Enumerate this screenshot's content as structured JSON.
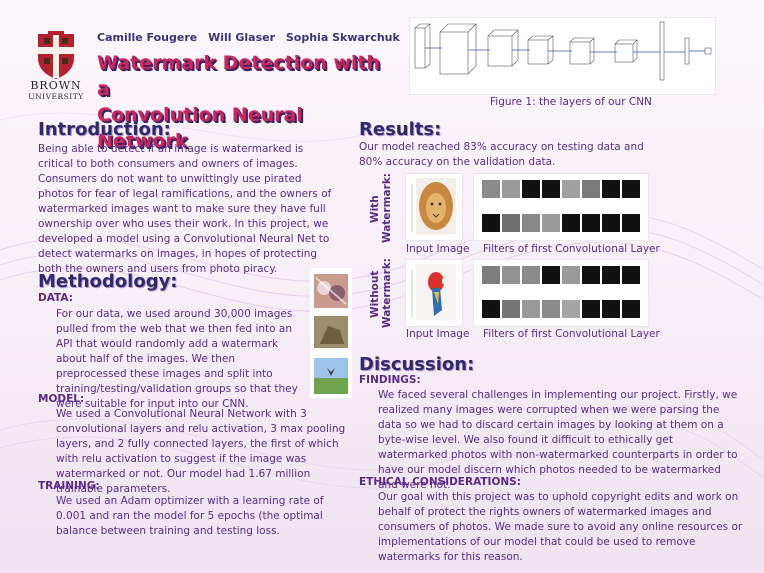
{
  "authors": [
    "Camille Fougere",
    "Will Glaser",
    "Sophia Skwarchuk"
  ],
  "title_lines": [
    "Watermark Detection with a",
    "Convolution Neural Network"
  ],
  "logo": {
    "name_line1": "BROWN",
    "name_line2": "UNIVERSITY"
  },
  "figure1": {
    "caption": "Figure 1: the layers of our CNN"
  },
  "introduction": {
    "heading": "Introduction:",
    "text": "Being able to detect if an image is watermarked is critical to both consumers and owners of images. Consumers do not want to unwittingly use pirated photos for fear of legal ramifications, and the owners of watermarked images want to make sure they have full ownership over who uses their work. In this project, we developed a model using a Convolutional Neural Net to detect watermarks on images, in hopes of protecting both the owners and users from photo piracy."
  },
  "methodology": {
    "heading": "Methodology:",
    "data_label": "DATA:",
    "data_text": "For our data, we used around 30,000 images pulled from the web that we then fed into an API that would randomly add a watermark about half of the images. We then preprocessed these images and split into training/testing/validation groups so that they were suitable for input into our CNN.",
    "model_label": "MODEL:",
    "model_text": "We used a Convolutional Neural Network with 3 convolutional layers and relu activation, 3 max pooling layers, and 2 fully connected layers, the first of which with relu activation to suggest if the image was watermarked or not. Our model had 1.67 million trainable parameters.",
    "training_label": "TRAINING:",
    "training_text": "We used an Adam optimizer with a learning rate of 0.001 and ran the model for 5 epochs (the optimal balance between training and testing loss."
  },
  "results": {
    "heading": "Results:",
    "text": "Our model reached 83% accuracy on testing data and 80% accuracy on the validation data.",
    "with_label": "With Watermark:",
    "without_label": "Without Watermark:",
    "input_caption": "Input Image",
    "filters_caption": "Filters of first Convolutional Layer"
  },
  "discussion": {
    "heading": "Discussion:",
    "findings_label": "FINDINGS:",
    "findings_text": "We faced several challenges in implementing our project. Firstly, we realized many images were corrupted when we were parsing the data so we had to discard certain images by looking at them on a byte-wise level. We also found it difficult to ethically get watermarked photos with non-watermarked counterparts in order to have our model discern which photos needed to be watermarked and were not.",
    "ethics_label": "ETHICAL CONSIDERATIONS:",
    "ethics_text": "Our goal with this project was to uphold copyright edits and work on behalf of protect the rights owners of watermarked images and consumers of photos. We made sure to avoid any online resources or implementations of our model that could be used to remove watermarks for this reason."
  },
  "colors": {
    "heading": "#2f2b6b",
    "body": "#5b2a86",
    "title": "#c8285a",
    "shield": "#b3202e"
  }
}
